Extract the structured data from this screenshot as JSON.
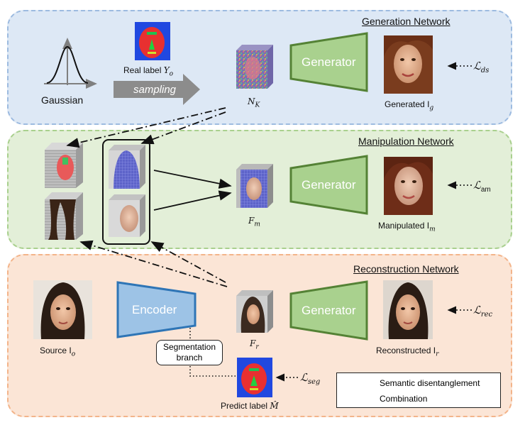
{
  "panels": {
    "generation": "Generation Network",
    "manipulation": "Manipulation Network",
    "reconstruction": "Reconstruction Network"
  },
  "generation": {
    "gaussian": "Gaussian",
    "sampling": "sampling",
    "real_label": "Real label",
    "real_label_sym": "Y",
    "real_label_sub": "o",
    "nk": "N",
    "nk_sub": "K",
    "generator": "Generator",
    "generated": "Generated",
    "generated_sym": "I",
    "generated_sub": "g",
    "loss": "ℒ",
    "loss_sub": "ds"
  },
  "manipulation": {
    "fm": "F",
    "fm_sub": "m",
    "generator": "Generator",
    "manipulated": "Manipulated",
    "manipulated_sym": "I",
    "manipulated_sub": "m",
    "loss": "ℒ",
    "loss_sub": "am"
  },
  "reconstruction": {
    "source": "Source",
    "source_sym": "I",
    "source_sub": "o",
    "encoder": "Encoder",
    "fr": "F",
    "fr_sub": "r",
    "generator": "Generator",
    "reconstructed": "Reconstructed",
    "reconstructed_sym": "I",
    "reconstructed_sub": "r",
    "loss_rec": "ℒ",
    "loss_rec_sub": "rec",
    "seg_branch_line1": "Segmentation",
    "seg_branch_line2": "branch",
    "loss_seg": "ℒ",
    "loss_seg_sub": "seg",
    "predict_label": "Predict label",
    "predict_sym": "M̂"
  },
  "legend": {
    "semantic": "Semantic disentanglement",
    "combination": "Combination"
  },
  "colors": {
    "generator_fill": "#a9d18e",
    "generator_stroke": "#548235",
    "encoder_fill": "#9dc3e6",
    "encoder_stroke": "#2e75b6",
    "sampling_arrow": "#7f7f7f"
  }
}
